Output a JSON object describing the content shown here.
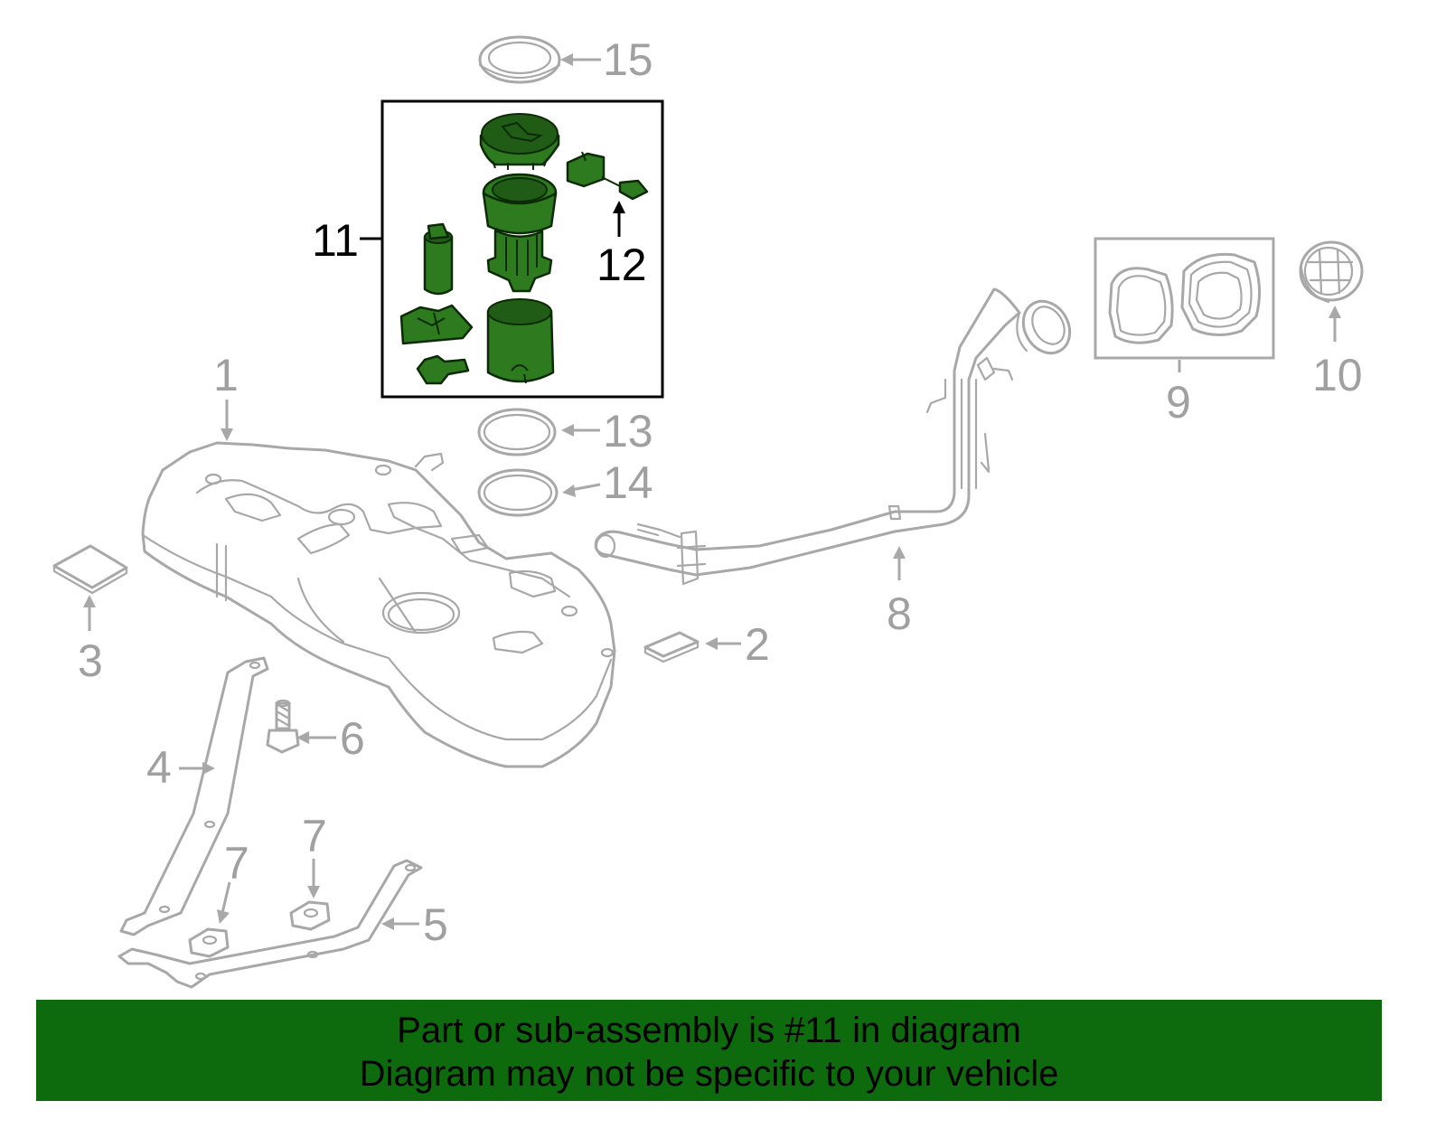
{
  "callouts": {
    "c1": "1",
    "c2": "2",
    "c3": "3",
    "c4": "4",
    "c5": "5",
    "c6": "6",
    "c7a": "7",
    "c7b": "7",
    "c8": "8",
    "c9": "9",
    "c10": "10",
    "c11": "11",
    "c12": "12",
    "c13": "13",
    "c14": "14",
    "c15": "15"
  },
  "colors": {
    "highlight_fill": "#2d7a1f",
    "outline_gray": "#a8a8a8",
    "banner_bg": "#0d6b0d"
  },
  "banner": {
    "line1": "Part or sub-assembly is #11 in diagram",
    "line2": "Diagram may not be specific to your vehicle"
  }
}
